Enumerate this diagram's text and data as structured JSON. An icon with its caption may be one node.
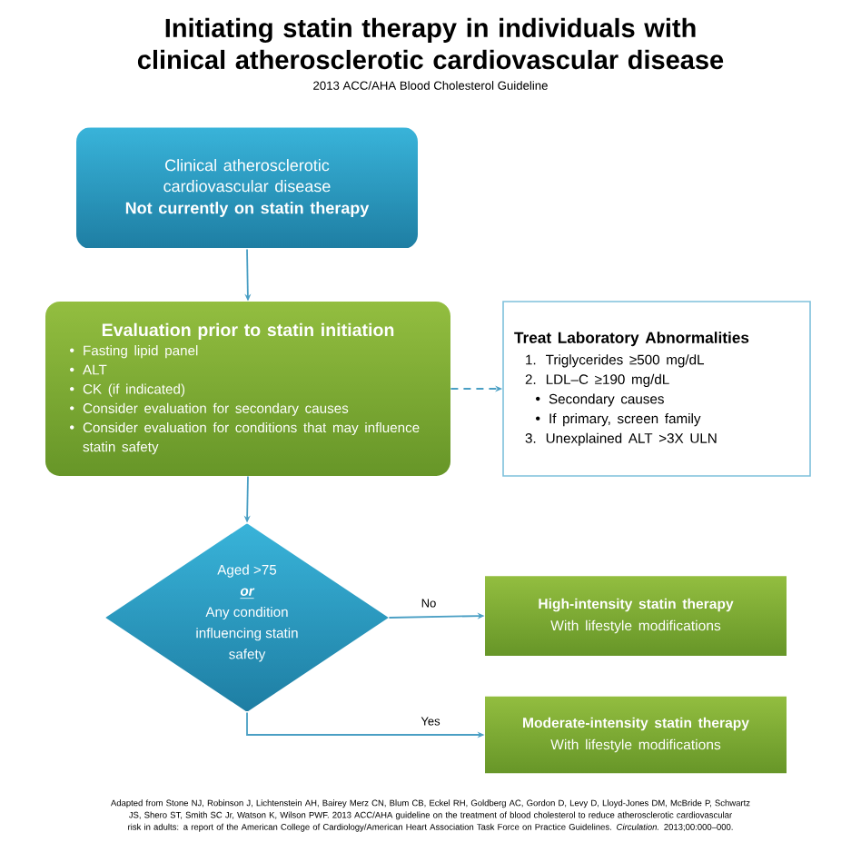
{
  "diagram": {
    "title": "Initiating statin therapy in individuals with clinical atherosclerotic cardiovascular disease",
    "caption": "Adapted from Stone NJ, Robinson J, Lichtenstein AH, Bairey Merz CN, Blum CB, Eckel RH, Goldberg AC, Gordon D, Levy D, Lloyd-Jones DM, McBride P, Schwartz JS, Shero ST, Smith SC Jr, Watson K, Wilson PWF. 2013 ACC/AHA guideline on the treatment of blood cholesterol to reduce atherosclerotic cardiovascular risk in adults: a report of the American College of Cardiology/American Heart Association Task Force on Practice Guidelines. *Circulation.* 2013;00:000–000.",
    "nodes": [
      {
        "text": [
          "Clinical atherosclerotic cardiovascular disease",
          "Not currently on statin therapy"
        ]
      },
      {
        "text": [
          "Evaluation prior to statin initiation",
          "Fasting lipid panel",
          "ALT",
          "CK (if indicated)",
          "Consider evaluation for secondary causes",
          "Consider evaluation for conditions that may influence statin safety"
        ]
      },
      {
        "text": [
          "Treat Laboratory Abnormalities",
          "1. Triglycerides ≥500 mg/dL",
          "2. LDL–C ≥190 mg/dL",
          "Secondary causes",
          "If primary, screen family",
          "3. Unexplained ALT >3X ULN"
        ]
      },
      {
        "text": [
          "Aged >75",
          "or",
          "Any condition influencing statin safety"
        ]
      },
      {
        "text": [
          "High-intensity statin therapy",
          "With lifestyle modifications"
        ]
      },
      {
        "text": [
          "Moderate-intensity statin therapy",
          "With lifestyle modifications"
        ]
      }
    ],
    "edges": [
      {
        "from": 0,
        "to": 1,
        "arrow": "to"
      },
      {
        "from": 1,
        "to": 2,
        "arrow": "to",
        "style": "dashed"
      },
      {
        "from": 1,
        "to": 3,
        "arrow": "to"
      },
      {
        "from": 3,
        "to": 4,
        "arrow": "to",
        "label": "No"
      },
      {
        "from": 3,
        "to": 5,
        "arrow": "to",
        "label": "Yes"
      }
    ],
    "labels": [
      "2013 ACC/AHA Blood Cholesterol Guideline"
    ]
  }
}
